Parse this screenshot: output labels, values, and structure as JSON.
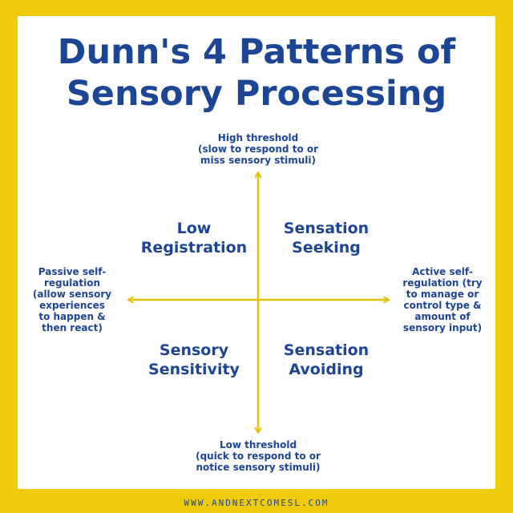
{
  "title": {
    "line1": "Dunn's 4 Patterns of",
    "line2": "Sensory Processing"
  },
  "axis_labels": {
    "top": [
      "High threshold",
      "(slow to respond to or",
      "miss sensory stimuli)"
    ],
    "bottom": [
      "Low threshold",
      "(quick to respond to or",
      "notice sensory stimuli)"
    ],
    "left": [
      "Passive self-",
      "regulation",
      "(allow sensory",
      "experiences",
      "to happen &",
      "then react)"
    ],
    "right": [
      "Active self-",
      "regulation (try",
      "to manage or",
      "control type &",
      "amount of",
      "sensory input)"
    ]
  },
  "quadrants": {
    "top_left": [
      "Low",
      "Registration"
    ],
    "top_right": [
      "Sensation",
      "Seeking"
    ],
    "bottom_left": [
      "Sensory",
      "Sensitivity"
    ],
    "bottom_right": [
      "Sensation",
      "Avoiding"
    ]
  },
  "footer": "WWW.ANDNEXTCOMESL.COM",
  "colors": {
    "border": "#EFCB09",
    "text": "#1D4596",
    "axis": "#E8C100",
    "card": "#FFFFFF"
  }
}
